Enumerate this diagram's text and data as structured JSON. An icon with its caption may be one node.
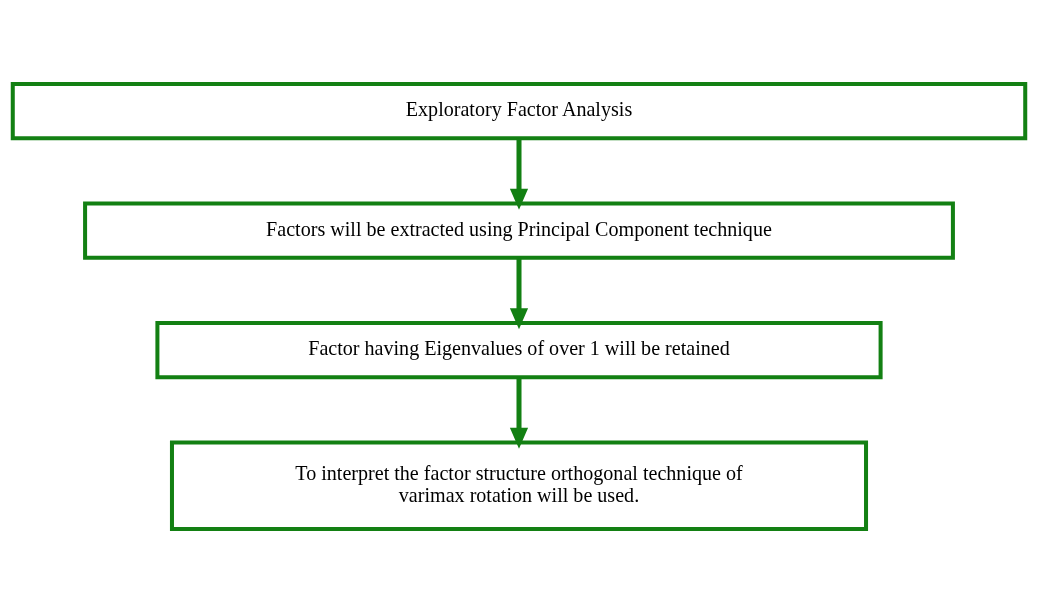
{
  "diagram": {
    "nodes": [
      {
        "text": [
          "Exploratory Factor Analysis"
        ]
      },
      {
        "text": [
          "Factors will be extracted using Principal Component technique"
        ]
      },
      {
        "text": [
          "Factor having Eigenvalues of over 1 will be retained"
        ]
      },
      {
        "text": [
          "To interpret the factor structure orthogonal technique of varimax rotation will be used."
        ]
      }
    ],
    "edges": [
      {
        "from": 0,
        "to": 1,
        "arrow": "to"
      },
      {
        "from": 1,
        "to": 2,
        "arrow": "to"
      },
      {
        "from": 2,
        "to": 3,
        "arrow": "to"
      }
    ]
  }
}
